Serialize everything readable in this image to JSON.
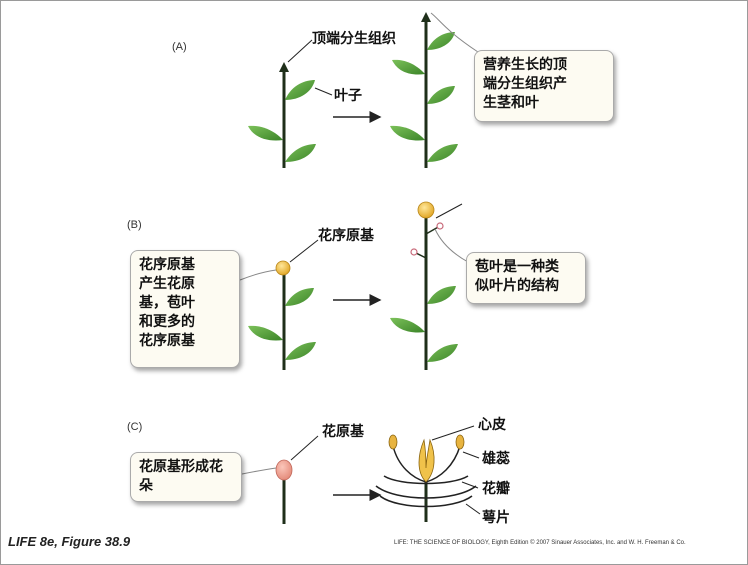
{
  "panels": {
    "a": {
      "letter": "(A)",
      "apical_meristem": "顶端分生组织",
      "leaf": "叶子",
      "callout": [
        "营养生长的顶",
        "端分生组织产",
        "生茎和叶"
      ]
    },
    "b": {
      "letter": "(B)",
      "inflorescence_meristem": "花序原基",
      "callout_left": [
        "花序原基",
        "产生花原",
        "基，苞叶",
        "和更多的",
        "花序原基"
      ],
      "callout_right": [
        "苞叶是一种类",
        "似叶片的结构"
      ]
    },
    "c": {
      "letter": "(C)",
      "floral_meristem": "花原基",
      "callout_left": [
        "花原基形成花",
        "朵"
      ],
      "carpel": "心皮",
      "stamen": "雄蕊",
      "petal": "花瓣",
      "sepal": "萼片"
    }
  },
  "footer": {
    "figure_ref": "LIFE 8e, Figure 38.9",
    "credit": "LIFE: THE SCIENCE OF BIOLOGY, Eighth Edition  © 2007 Sinauer Associates, Inc. and W. H. Freeman & Co."
  },
  "colors": {
    "leaf": "#4e9a34",
    "stem": "#1f2f1a",
    "inflorescence_meristem": "#f2c23a",
    "floral_meristem": "#f0a494",
    "bract": "#c86a7a"
  }
}
